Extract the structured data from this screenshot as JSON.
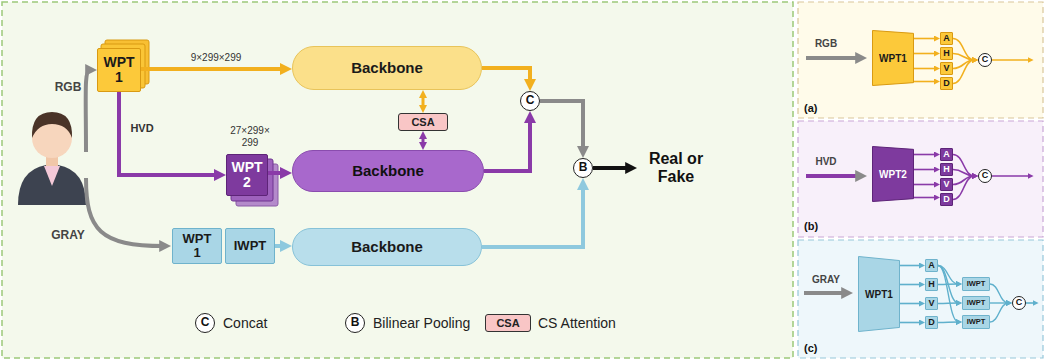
{
  "diagram": {
    "nodes": [
      {
        "text": [
          "WPT 1"
        ]
      },
      {
        "text": [
          "Backbone"
        ]
      },
      {
        "text": [
          "WPT 2"
        ]
      },
      {
        "text": [
          "Backbone"
        ]
      },
      {
        "text": [
          "CSA"
        ]
      },
      {
        "text": [
          "C"
        ]
      },
      {
        "text": [
          "B"
        ]
      },
      {
        "text": [
          "WPT 1"
        ]
      },
      {
        "text": [
          "IWPT"
        ]
      },
      {
        "text": [
          "Backbone"
        ]
      },
      {
        "text": [
          "C"
        ]
      },
      {
        "text": [
          "B"
        ]
      },
      {
        "text": [
          "CSA"
        ]
      },
      {
        "text": [
          "WPT1"
        ]
      },
      {
        "text": [
          "A"
        ]
      },
      {
        "text": [
          "H"
        ]
      },
      {
        "text": [
          "V"
        ]
      },
      {
        "text": [
          "D"
        ]
      },
      {
        "text": [
          "C"
        ]
      },
      {
        "text": [
          "WPT2"
        ]
      },
      {
        "text": [
          "A"
        ]
      },
      {
        "text": [
          "H"
        ]
      },
      {
        "text": [
          "V"
        ]
      },
      {
        "text": [
          "D"
        ]
      },
      {
        "text": [
          "C"
        ]
      },
      {
        "text": [
          "WPT1"
        ]
      },
      {
        "text": [
          "A"
        ]
      },
      {
        "text": [
          "H"
        ]
      },
      {
        "text": [
          "V"
        ]
      },
      {
        "text": [
          "D"
        ]
      },
      {
        "text": [
          "IWPT"
        ]
      },
      {
        "text": [
          "IWPT"
        ]
      },
      {
        "text": [
          "IWPT"
        ]
      },
      {
        "text": [
          "C"
        ]
      }
    ],
    "edges": [
      {
        "from": 0,
        "to": 1,
        "arrow": "to",
        "label": "9×299×299"
      },
      {
        "from": 0,
        "to": 2,
        "arrow": "to",
        "label": "HVD"
      },
      {
        "from": 2,
        "to": 3,
        "arrow": "to"
      },
      {
        "from": 1,
        "to": 4,
        "arrow": "both"
      },
      {
        "from": 4,
        "to": 3,
        "arrow": "both"
      },
      {
        "from": 1,
        "to": 5,
        "arrow": "to"
      },
      {
        "from": 3,
        "to": 5,
        "arrow": "to"
      },
      {
        "from": 5,
        "to": 6,
        "arrow": "to"
      },
      {
        "from": 9,
        "to": 6,
        "arrow": "to"
      },
      {
        "from": 8,
        "to": 9,
        "arrow": "to"
      },
      {
        "from": 13,
        "to": 14,
        "arrow": "to"
      },
      {
        "from": 13,
        "to": 15,
        "arrow": "to"
      },
      {
        "from": 13,
        "to": 16,
        "arrow": "to"
      },
      {
        "from": 13,
        "to": 17,
        "arrow": "to"
      },
      {
        "from": 14,
        "to": 18,
        "arrow": "to"
      },
      {
        "from": 15,
        "to": 18,
        "arrow": "to"
      },
      {
        "from": 16,
        "to": 18,
        "arrow": "to"
      },
      {
        "from": 17,
        "to": 18,
        "arrow": "to"
      },
      {
        "from": 19,
        "to": 20,
        "arrow": "to"
      },
      {
        "from": 19,
        "to": 21,
        "arrow": "to"
      },
      {
        "from": 19,
        "to": 22,
        "arrow": "to"
      },
      {
        "from": 19,
        "to": 23,
        "arrow": "to"
      },
      {
        "from": 20,
        "to": 24,
        "arrow": "to"
      },
      {
        "from": 21,
        "to": 24,
        "arrow": "to"
      },
      {
        "from": 22,
        "to": 24,
        "arrow": "to"
      },
      {
        "from": 23,
        "to": 24,
        "arrow": "to"
      },
      {
        "from": 25,
        "to": 26,
        "arrow": "to"
      },
      {
        "from": 25,
        "to": 27,
        "arrow": "to"
      },
      {
        "from": 25,
        "to": 28,
        "arrow": "to"
      },
      {
        "from": 25,
        "to": 29,
        "arrow": "to"
      },
      {
        "from": 26,
        "to": 30,
        "arrow": "to"
      },
      {
        "from": 27,
        "to": 30,
        "arrow": "to"
      },
      {
        "from": 26,
        "to": 31,
        "arrow": "to"
      },
      {
        "from": 28,
        "to": 31,
        "arrow": "to"
      },
      {
        "from": 26,
        "to": 32,
        "arrow": "to"
      },
      {
        "from": 29,
        "to": 32,
        "arrow": "to"
      },
      {
        "from": 30,
        "to": 33,
        "arrow": "to"
      },
      {
        "from": 31,
        "to": 33,
        "arrow": "to"
      },
      {
        "from": 32,
        "to": 33,
        "arrow": "to"
      }
    ],
    "labels": [
      "RGB",
      "GRAY",
      "27×299× 299",
      "Real or Fake",
      "Concat",
      "Bilinear Pooling",
      "CS Attention",
      "RGB",
      "(a)",
      "HVD",
      "(b)",
      "GRAY",
      "(c)"
    ]
  }
}
